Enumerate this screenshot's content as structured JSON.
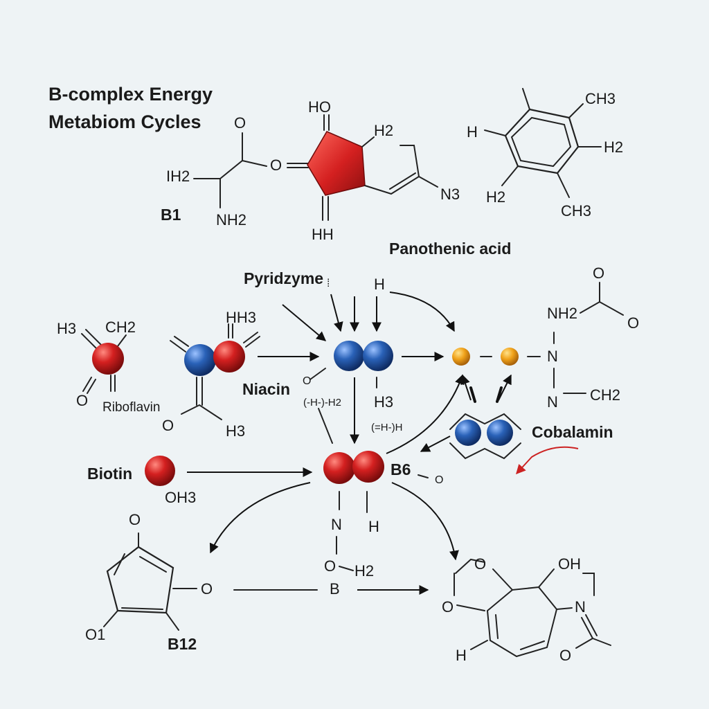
{
  "title": {
    "line1": "B-complex Energy",
    "line2": "Metabiom Cycles"
  },
  "labels": {
    "b1": "B1",
    "panothenic": "Panothenic acid",
    "pyridzyme": "Pyridzyme",
    "riboflavin": "Riboflavin",
    "niacin": "Niacin",
    "biotin": "Biotin",
    "b6": "B6",
    "cobalamin": "Cobalamin",
    "b12": "B12",
    "b": "B"
  },
  "groups": {
    "o": "O",
    "ho": "HO",
    "ih2": "IH2",
    "nh2": "NH2",
    "h2": "H2",
    "hh": "HH",
    "n3": "N3",
    "h": "H",
    "ch3": "CH3",
    "h3": "H3",
    "ch2": "CH2",
    "hh3": "HH3",
    "oh3": "OH3",
    "n": "N",
    "oh": "OH",
    "o1": "O1",
    "scribble1": "(-H-)-H2",
    "scribble2": "(=H-)H"
  },
  "colors": {
    "red": "#d42020",
    "blue": "#2a62b8",
    "orange": "#f0a21a",
    "accent_arrow": "#cc2222"
  }
}
